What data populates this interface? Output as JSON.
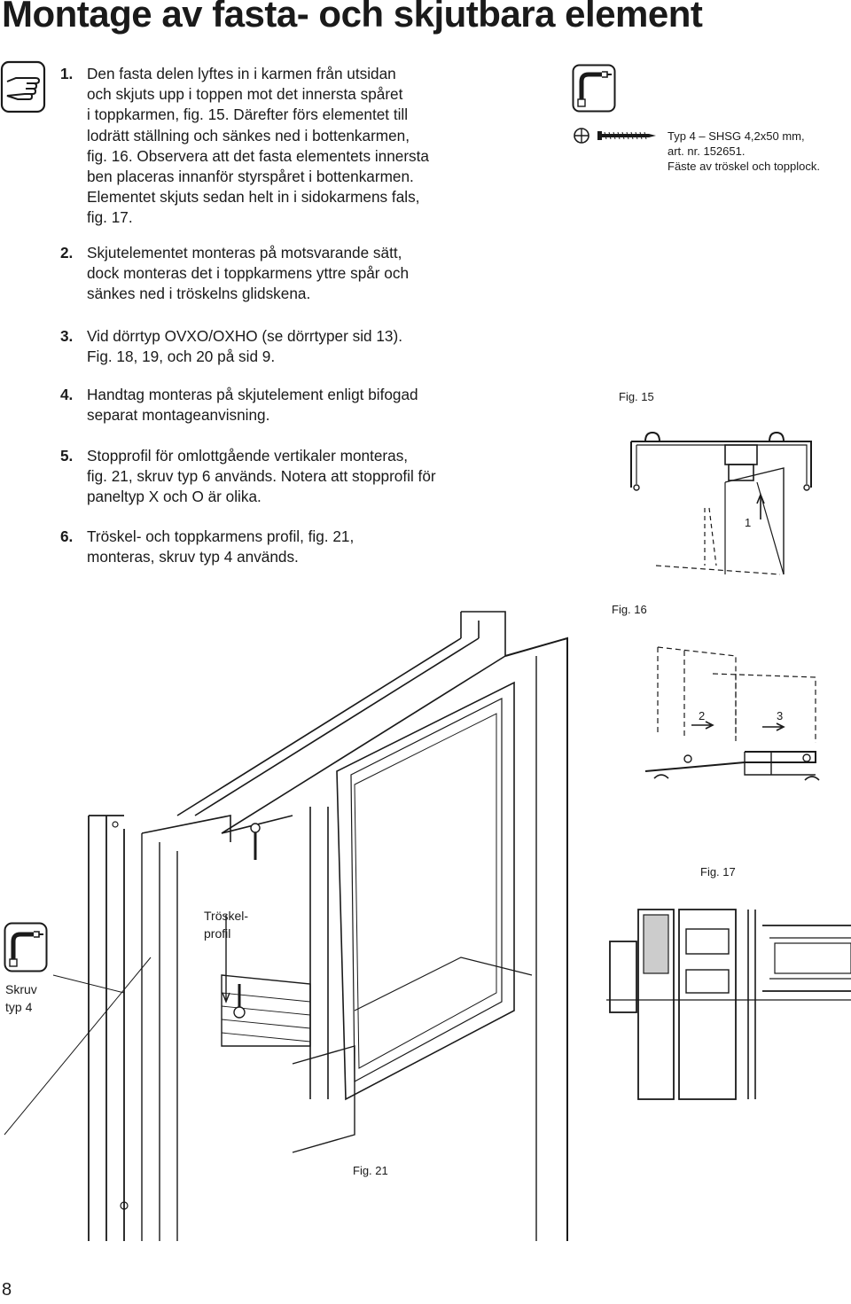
{
  "title": "Montage av fasta- och skjutbara element",
  "steps": [
    {
      "num": "1.",
      "text": "Den fasta delen lyftes in i karmen från utsidan\noch skjuts upp i toppen mot det innersta spåret\ni toppkarmen, fig. 15. Därefter förs elementet till\nlodrätt ställning och sänkes ned i bottenkarmen,\nfig. 16. Observera att det fasta elementets innersta\nben placeras innanför styrspåret i bottenkarmen.\nElementet skjuts sedan helt in i sidokarmens fals,\nfig. 17."
    },
    {
      "num": "2.",
      "text": "Skjutelementet monteras på motsvarande sätt,\ndock monteras det i toppkarmens yttre spår och\nsänkes ned i tröskelns glidskena."
    },
    {
      "num": "3.",
      "text": "Vid dörrtyp OVXO/OXHO (se dörrtyper sid 13).\nFig. 18, 19, och 20 på sid 9."
    },
    {
      "num": "4.",
      "text": "Handtag monteras på skjutelement enligt bifogad\nseparat montageanvisning."
    },
    {
      "num": "5.",
      "text": "Stopprofil för omlottgående vertikaler monteras,\nfig. 21, skruv typ 6 används. Notera att stopprofil för\npaneltyp X och O är olika."
    },
    {
      "num": "6.",
      "text": "Tröskel- och toppkarmens profil, fig. 21,\nmonteras, skruv typ 4 används."
    }
  ],
  "screw_info": "Typ 4 – SHSG 4,2x50 mm,\nart. nr. 152651.\nFäste av tröskel och topplock.",
  "figures": {
    "fig15": "Fig. 15",
    "fig16": "Fig. 16",
    "fig17": "Fig. 17",
    "fig21": "Fig. 21",
    "marker1": "1",
    "marker2": "2",
    "marker3": "3"
  },
  "annotations": {
    "troskel_profil": "Tröskel-\nprofil",
    "skruv_typ": "Skruv\ntyp 4"
  },
  "page_number": "8",
  "icons": [
    "pointing-hand-icon",
    "screwdriver-bit-icon",
    "screw-head-icon"
  ]
}
